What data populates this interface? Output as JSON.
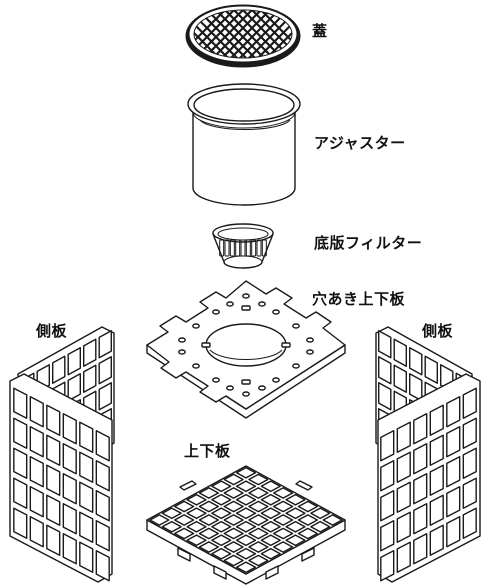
{
  "labels": {
    "lid": "蓋",
    "adjuster": "アジャスター",
    "bottom_filter": "底版フィルター",
    "perforated_plate": "穴あき上下板",
    "side_left": "側板",
    "side_right": "側板",
    "top_bottom_plate": "上下板"
  },
  "colors": {
    "line": "#1a1a1a",
    "background": "#ffffff"
  }
}
